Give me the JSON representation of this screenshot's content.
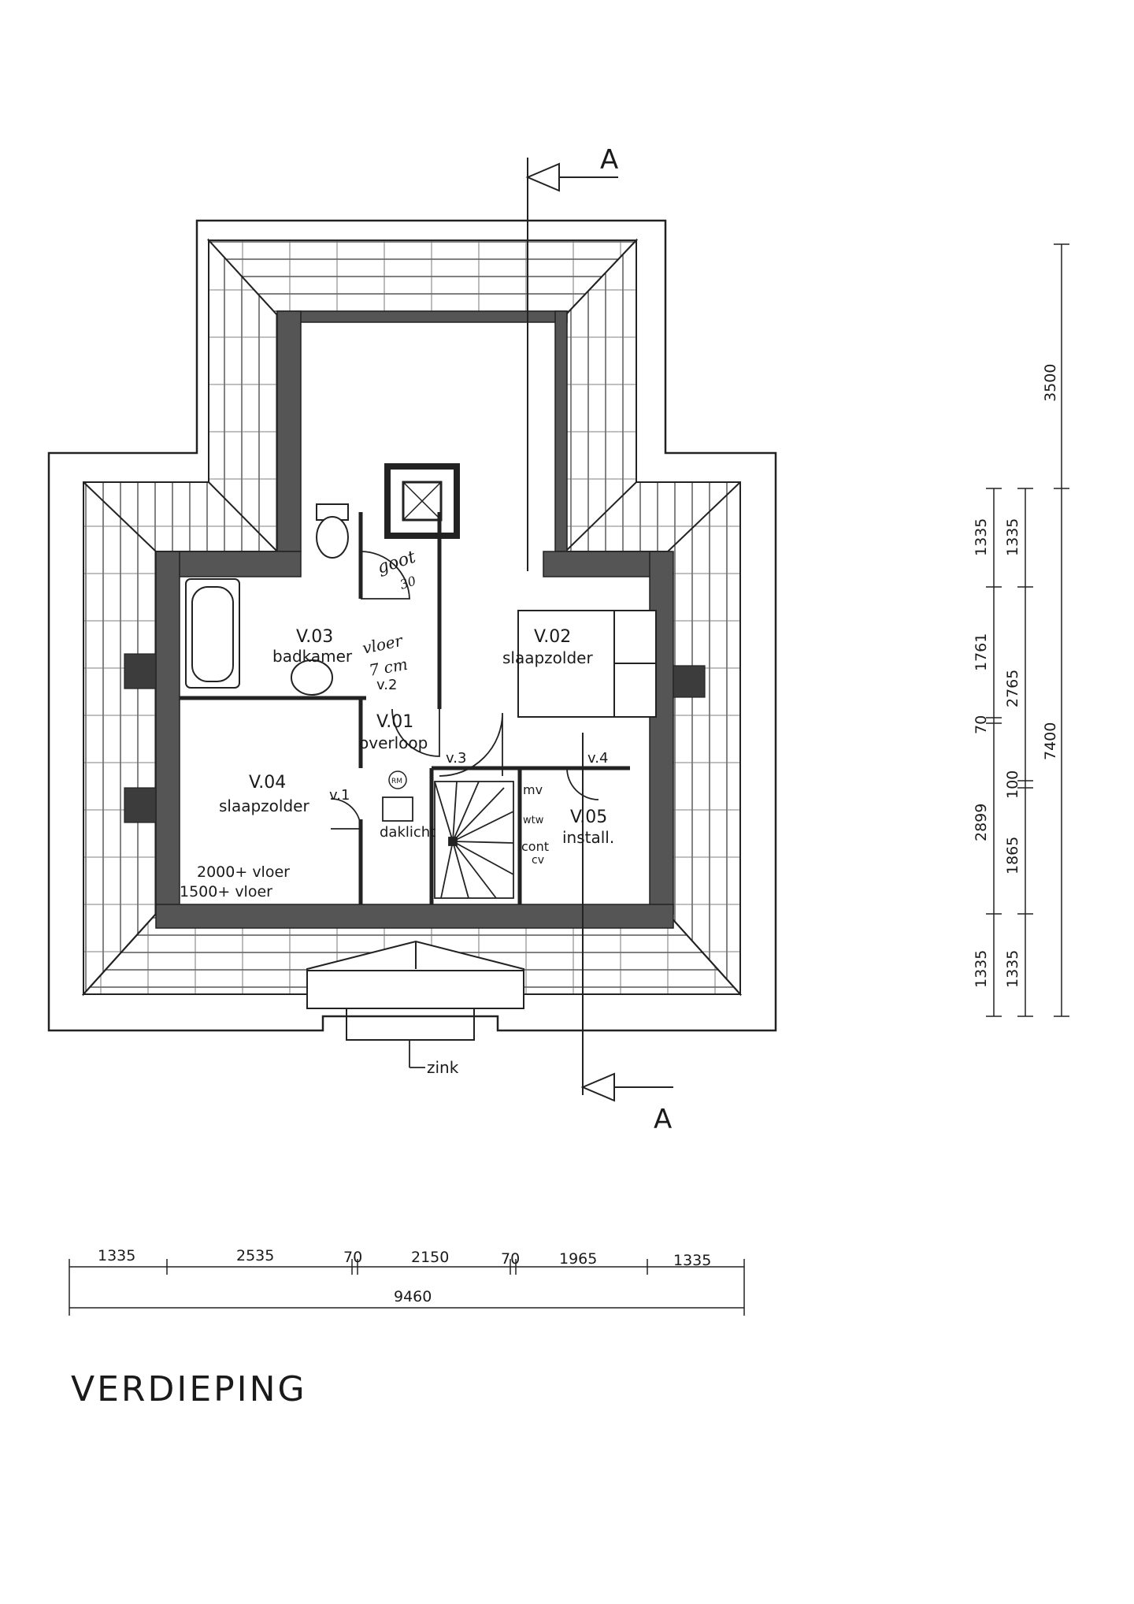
{
  "section": {
    "marker": "A"
  },
  "rooms": [
    {
      "code": "V.01",
      "name": "overloop"
    },
    {
      "code": "V.02",
      "name": "slaapzolder"
    },
    {
      "code": "V.03",
      "name": "badkamer"
    },
    {
      "code": "V.04",
      "name": "slaapzolder"
    },
    {
      "code": "V.05",
      "name": "install."
    }
  ],
  "doors": [
    "v.1",
    "v.2",
    "v.3",
    "v.4"
  ],
  "notes": {
    "floor_2000": "2000+ vloer",
    "floor_1500": "1500+ vloer",
    "skylight": "daklicht",
    "zinc": "zink",
    "mv": "mv",
    "wtw": "wtw",
    "cv": "cv",
    "cont": "cont",
    "rm": "RM",
    "hand_vloer": "vloer",
    "hand_cm": "7 cm",
    "hand_goot": "goot",
    "hand_30": "30"
  },
  "dimensions": {
    "bottom_row": [
      "1335",
      "2535",
      "70",
      "2150",
      "70",
      "1965",
      "1335"
    ],
    "bottom_total": "9460",
    "right_col1": [
      "1335",
      "1761",
      "70",
      "2899",
      "1335"
    ],
    "right_col2": [
      "1335",
      "2765",
      "100",
      "1865",
      "1335"
    ],
    "right_col3": [
      "3500",
      "7400"
    ]
  },
  "title": "VERDIEPING"
}
